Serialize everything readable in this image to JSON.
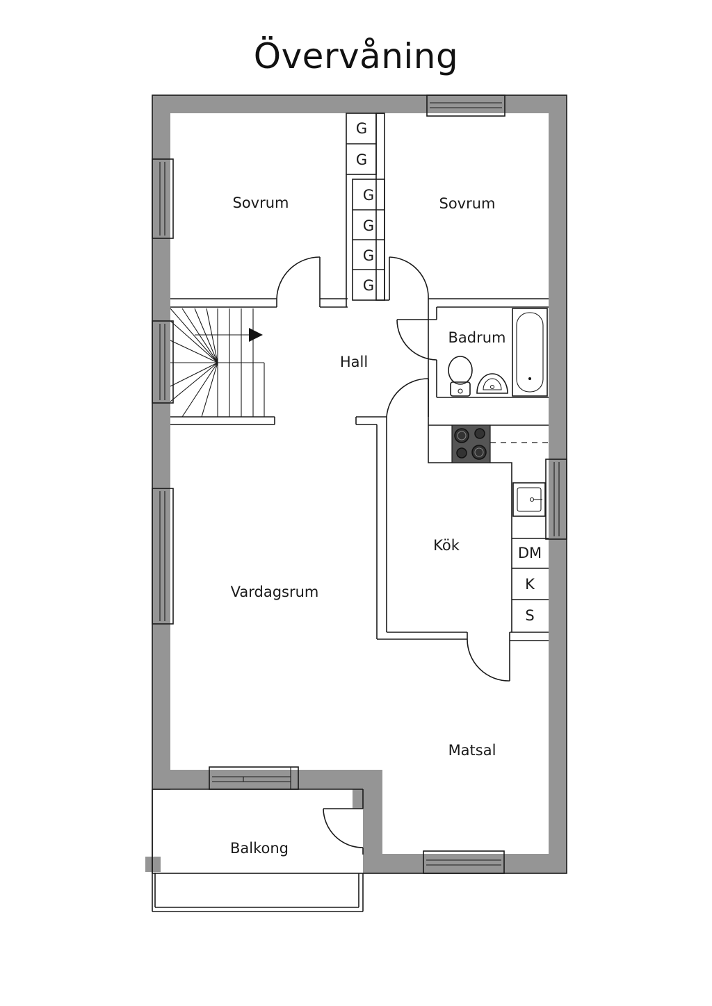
{
  "title": "Övervåning",
  "rooms": {
    "sovrum_left": "Sovrum",
    "sovrum_right": "Sovrum",
    "hall": "Hall",
    "badrum": "Badrum",
    "kok": "Kök",
    "vardagsrum": "Vardagsrum",
    "matsal": "Matsal",
    "balkong": "Balkong"
  },
  "closets": [
    "G",
    "G",
    "G",
    "G",
    "G",
    "G"
  ],
  "kitchen_units": [
    "DM",
    "K",
    "S"
  ],
  "colors": {
    "wall": "#959595",
    "line": "#1a1a1a",
    "background": "#ffffff"
  }
}
